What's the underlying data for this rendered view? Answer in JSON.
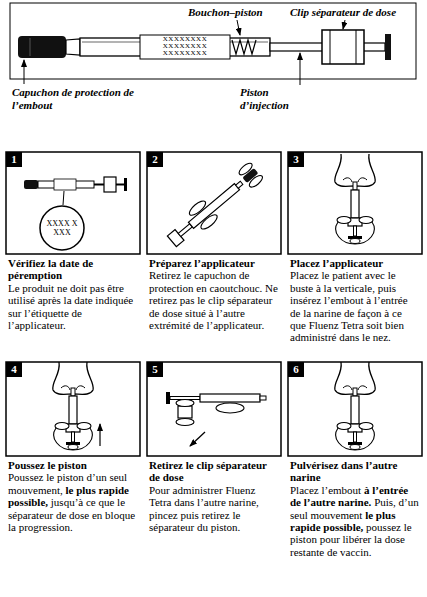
{
  "diagram": {
    "nodes": [
      {
        "text": [
          "1",
          "Vérifiez la date de péremption",
          "Le produit ne doit pas être utilisé après la date indiquée sur l’étiquette de l’applicateur."
        ]
      },
      {
        "text": [
          "2",
          "Préparez l’applicateur",
          "Retirez le capuchon de protection en caoutchouc. Ne retirez pas le clip séparateur de dose situé à l’autre extrémité de l’applicateur."
        ]
      },
      {
        "text": [
          "3",
          "Placez l’applicateur",
          "Placez le patient avec le buste à la verticale, puis insérez l’embout à l’entrée de la narine de façon à ce que Fluenz Tetra soit bien administré dans le nez."
        ]
      },
      {
        "text": [
          "4",
          "Poussez le piston",
          "Poussez le piston d’un seul mouvement,",
          "le plus rapide possible,",
          "jusqu’à ce que le séparateur de dose en bloque la progression."
        ]
      },
      {
        "text": [
          "5",
          "Retirez le clip séparateur de dose",
          "Pour administrer Fluenz Tetra dans l’autre narine, pincez puis retirez le séparateur du piston."
        ]
      },
      {
        "text": [
          "6",
          "Pulvérisez dans l’autre narine",
          "Placez l’embout",
          "à l’entrée de l’autre narine.",
          "Puis, d’un seul mouvement",
          "le plus rapide possible,",
          "poussez le piston pour libérer la dose restante de vaccin."
        ]
      }
    ],
    "labels": [
      "Bouchon–piston",
      "Clip séparateur de dose",
      "XXXXXXXX",
      "XXXXXXXX",
      "XXXXXXXX",
      "Capuchon de protection de l’embout",
      "Piston d’injection",
      "XXXX XXXX"
    ]
  }
}
